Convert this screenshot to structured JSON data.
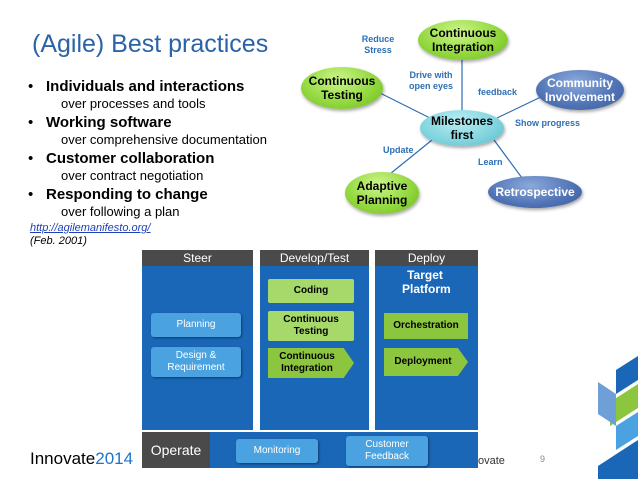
{
  "slide": {
    "title": "(Agile) Best practices",
    "bullets": [
      {
        "head": "Individuals and interactions",
        "sub": "over processes and tools"
      },
      {
        "head": "Working software",
        "sub": "over comprehensive documentation"
      },
      {
        "head": "Customer collaboration",
        "sub": "over contract negotiation"
      },
      {
        "head": "Responding to change",
        "sub": "over following a plan"
      }
    ],
    "bullet_glyph": "•",
    "link": "http://agilemanifesto.org/",
    "date": "(Feb. 2001)"
  },
  "mindmap": {
    "center": "Milestones first",
    "nodes": {
      "integration": "Continuous Integration",
      "testing": "Continuous Testing",
      "community": "Community Involvement",
      "adaptive": "Adaptive Planning",
      "retrospective": "Retrospective"
    },
    "labels": {
      "reduce": "Reduce Stress",
      "drive": "Drive with open eyes",
      "feedback": "feedback",
      "show": "Show progress",
      "update": "Update",
      "learn": "Learn"
    },
    "colors": {
      "green": "#8fd63a",
      "teal": "#7fd3de",
      "blue": "#4f72b4",
      "label": "#2d6fb3"
    }
  },
  "pipeline": {
    "columns": [
      "Steer",
      "Develop/Test",
      "Deploy"
    ],
    "steer": [
      "Planning",
      "Design & Requirement"
    ],
    "develop": [
      "Coding",
      "Continuous Testing",
      "Continuous Integration"
    ],
    "deploy_target": "Target Platform",
    "deploy": [
      "Orchestration",
      "Deployment"
    ],
    "operate": {
      "label": "Operate",
      "items": [
        "Monitoring",
        "Customer Feedback"
      ]
    },
    "colors": {
      "frame": "#1a66b7",
      "header": "#4a4a4a",
      "pill": "#4aa3e0",
      "green": "#8cc63e"
    }
  },
  "footer": {
    "brand": "Innovate",
    "year": "2014",
    "brand_repeat": "ovate",
    "page": "9"
  }
}
